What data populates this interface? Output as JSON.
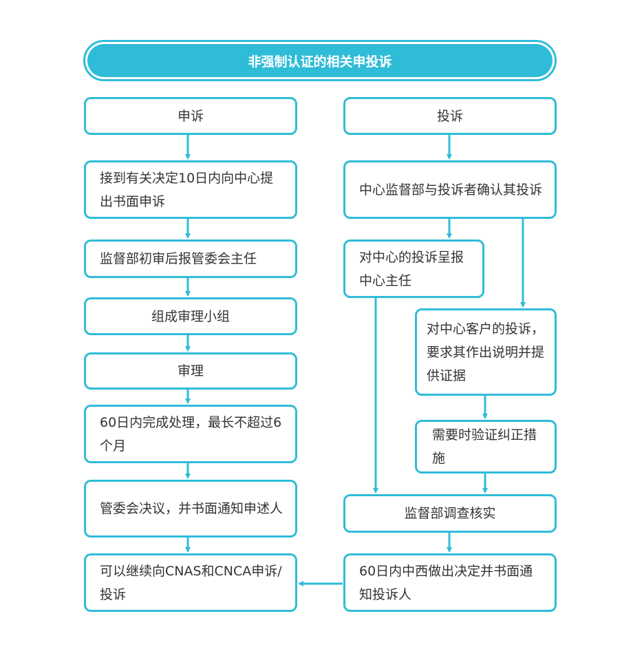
{
  "title": "非强制认证的相关申投诉",
  "colors": {
    "accent": "#2fbcd8",
    "text": "#333333"
  },
  "left": {
    "appeal": "申诉",
    "step1": "接到有关决定10日内向中心提出书面申诉",
    "step2": "监督部初审后报管委会主任",
    "step3": "组成审理小组",
    "step4": "审理",
    "step5": "60日内完成处理，最长不超过6个月",
    "step6": "管委会决议，并书面通知申述人",
    "step7": "可以继续向CNAS和CNCA申诉/投诉"
  },
  "right": {
    "complaint": "投诉",
    "step1": "中心监督部与投诉者确认其投诉",
    "branch_a": "对中心的投诉呈报中心主任",
    "branch_b": "对中心客户的投诉，要求其作出说明并提供证据",
    "branch_b2": "需要时验证纠正措施",
    "step2": "监督部调查核实",
    "step3": "60日内中西做出决定并书面通知投诉人"
  }
}
